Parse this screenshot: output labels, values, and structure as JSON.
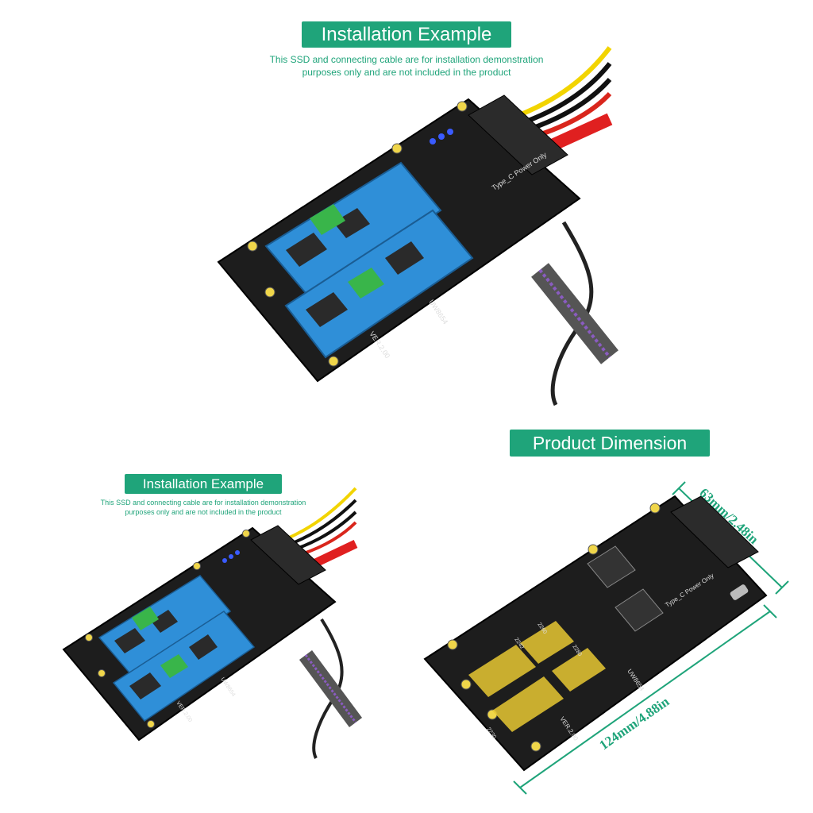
{
  "top_panel": {
    "banner": "Installation Example",
    "note_line1": "This SSD and connecting cable are for installation demonstration",
    "note_line2": "purposes only and are not included in the product",
    "board_model": "UW8654",
    "board_version": "VER.2.00",
    "board_power_label": "Type_C Power Only"
  },
  "bottom_left_panel": {
    "banner": "Installation Example",
    "note_line1": "This SSD and connecting cable are for installation demonstration",
    "note_line2": "purposes only and are not included in the product",
    "board_model": "UW8654",
    "board_version": "VER.2.00"
  },
  "dimension_panel": {
    "banner": "Product Dimension",
    "width_label": "63mm/2.48in",
    "length_label": "124mm/4.88in",
    "board_model": "UW8654",
    "board_version": "VER.2.00",
    "board_power_label": "Type_C Power Only",
    "sizes": [
      "2230",
      "2242",
      "2260",
      "2280"
    ]
  },
  "colors": {
    "accent": "#1fa47a",
    "board": "#1d1d1d",
    "ssd": "#2f8fd8",
    "chip_green": "#39b54a",
    "led": "#3a5bff"
  }
}
